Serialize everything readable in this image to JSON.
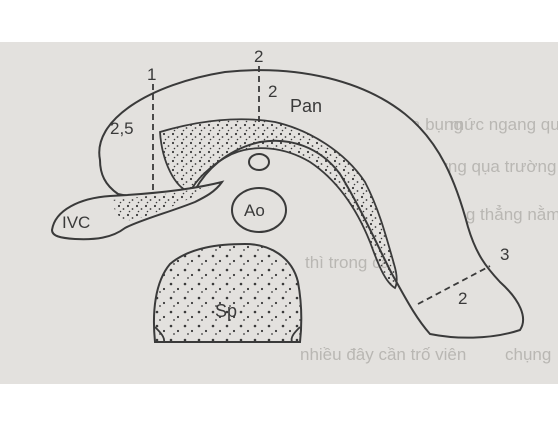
{
  "diagram": {
    "labels": {
      "inferior_vena_cava": "IVC",
      "aorta": "Ao",
      "spine": "Sp",
      "pancreas": "Pan"
    },
    "measure_labels": {
      "line1_top": "1",
      "line1_side": "2,5",
      "line2_top": "2",
      "line2_side": "2",
      "line3_top": "3",
      "line3_side": "2"
    },
    "background_text": [
      "ngang qua bụng",
      "mức ngang qua",
      "cầu giường qụa trường",
      "mặt phẳng thẳng nằm trú",
      "thì trong các sò",
      "nhiều đây cần trố viên",
      "chụng"
    ],
    "colors": {
      "paper": "#e3e1de",
      "ink": "#3a3a3a",
      "outer_frame": "#ffffff"
    }
  }
}
